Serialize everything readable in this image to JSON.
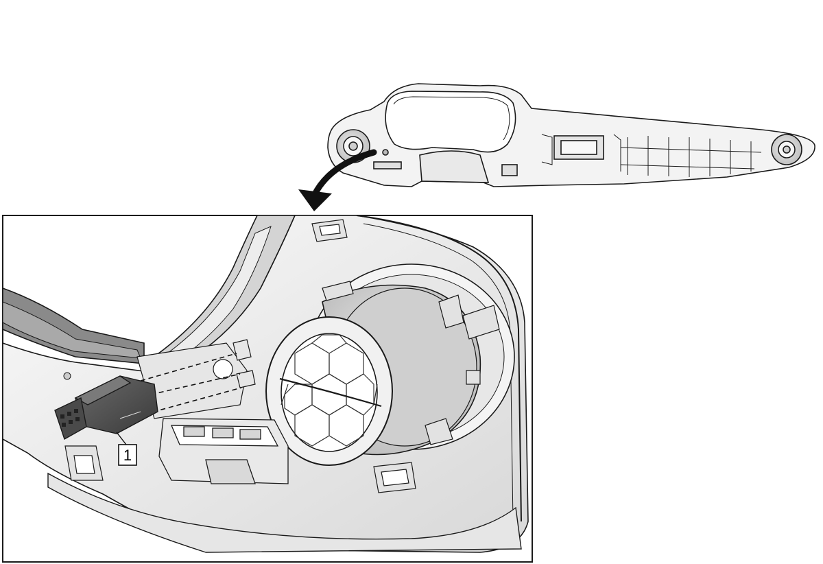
{
  "figure": {
    "overview": "instrument-panel-trim-bezel",
    "detail": "left-air-outlet-and-connector-detail",
    "callouts": [
      {
        "label": "1"
      }
    ],
    "colors": {
      "line": "#1a1a1a",
      "part_fill": "#f2f2f2",
      "part_shade": "#d9d9d9",
      "dark_component": "#555555",
      "background": "#ffffff"
    }
  }
}
